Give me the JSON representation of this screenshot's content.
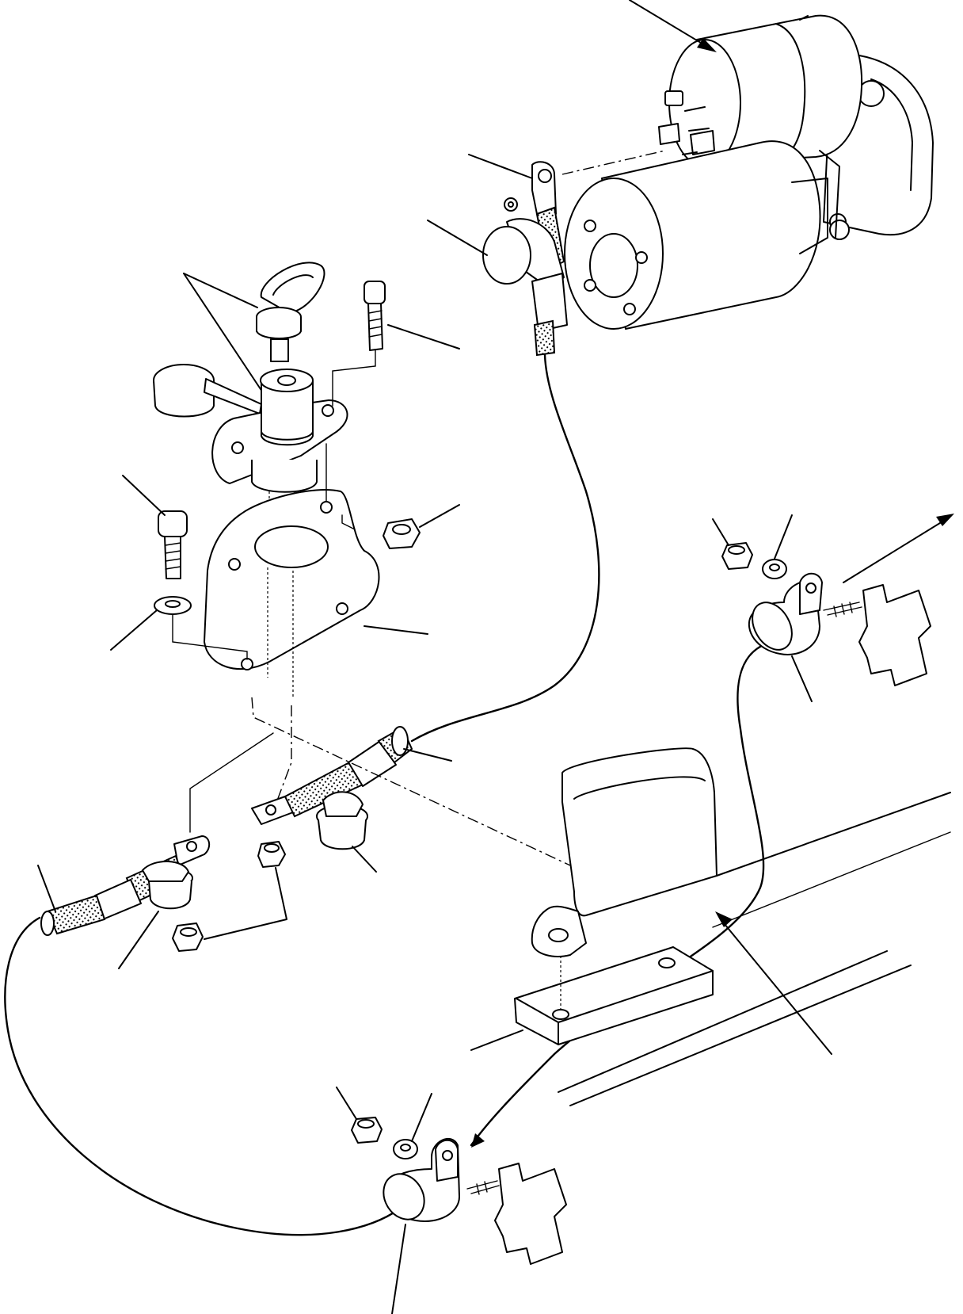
{
  "diagram": {
    "type": "exploded-parts-view",
    "parts": [
      "starter-motor",
      "battery-isolator-key",
      "isolator-switch",
      "dust-cap",
      "mounting-bracket",
      "bolt",
      "washer",
      "nut",
      "cable-terminal",
      "terminal-boot",
      "battery-cable",
      "cable-clip",
      "chassis-plate",
      "battery-tray-bracket"
    ],
    "text_labels": []
  }
}
